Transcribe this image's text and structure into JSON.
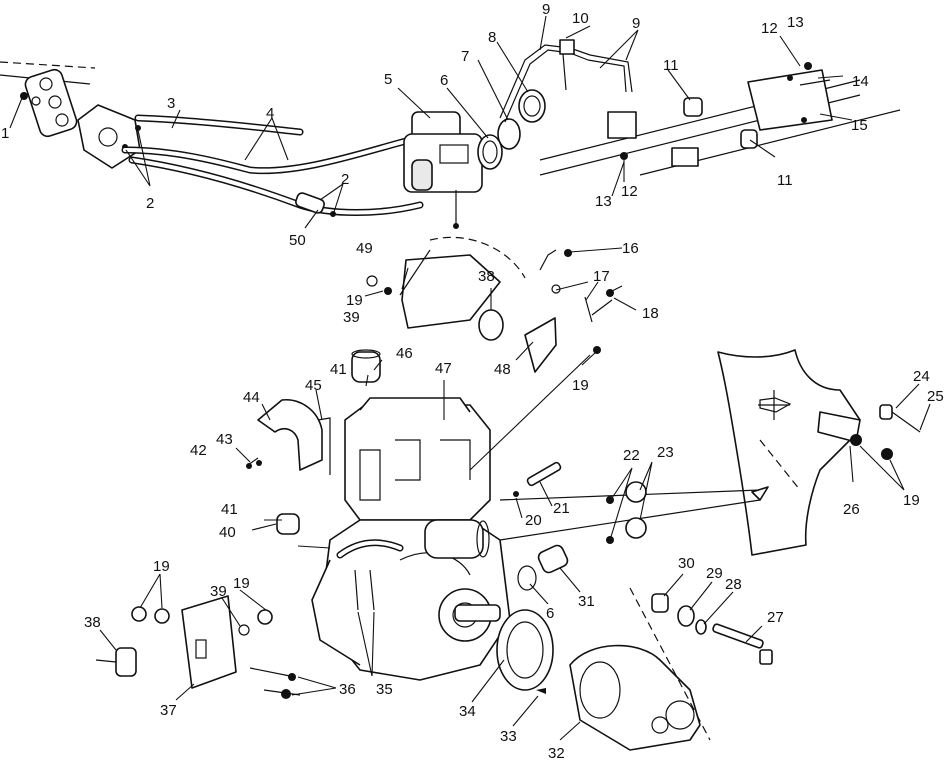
{
  "callouts": [
    {
      "id": "c1",
      "text": "1"
    },
    {
      "id": "c2a",
      "text": "2"
    },
    {
      "id": "c2b",
      "text": "2"
    },
    {
      "id": "c3",
      "text": "3"
    },
    {
      "id": "c4",
      "text": "4"
    },
    {
      "id": "c5",
      "text": "5"
    },
    {
      "id": "c6a",
      "text": "6"
    },
    {
      "id": "c7",
      "text": "7"
    },
    {
      "id": "c8",
      "text": "8"
    },
    {
      "id": "c9a",
      "text": "9"
    },
    {
      "id": "c9b",
      "text": "9"
    },
    {
      "id": "c10",
      "text": "10"
    },
    {
      "id": "c11a",
      "text": "11"
    },
    {
      "id": "c11b",
      "text": "11"
    },
    {
      "id": "c12a",
      "text": "12"
    },
    {
      "id": "c12b",
      "text": "12"
    },
    {
      "id": "c13a",
      "text": "13"
    },
    {
      "id": "c13b",
      "text": "13"
    },
    {
      "id": "c14",
      "text": "14"
    },
    {
      "id": "c15",
      "text": "15"
    },
    {
      "id": "c16",
      "text": "16"
    },
    {
      "id": "c17",
      "text": "17"
    },
    {
      "id": "c18",
      "text": "18"
    },
    {
      "id": "c19a",
      "text": "19"
    },
    {
      "id": "c19b",
      "text": "19"
    },
    {
      "id": "c19c",
      "text": "19"
    },
    {
      "id": "c19d",
      "text": "19"
    },
    {
      "id": "c19e",
      "text": "19"
    },
    {
      "id": "c20",
      "text": "20"
    },
    {
      "id": "c21",
      "text": "21"
    },
    {
      "id": "c22",
      "text": "22"
    },
    {
      "id": "c23",
      "text": "23"
    },
    {
      "id": "c24",
      "text": "24"
    },
    {
      "id": "c25",
      "text": "25"
    },
    {
      "id": "c26",
      "text": "26"
    },
    {
      "id": "c27",
      "text": "27"
    },
    {
      "id": "c28",
      "text": "28"
    },
    {
      "id": "c29",
      "text": "29"
    },
    {
      "id": "c30",
      "text": "30"
    },
    {
      "id": "c31",
      "text": "31"
    },
    {
      "id": "c6b",
      "text": "6"
    },
    {
      "id": "c32",
      "text": "32"
    },
    {
      "id": "c33",
      "text": "33"
    },
    {
      "id": "c34",
      "text": "34"
    },
    {
      "id": "c35",
      "text": "35"
    },
    {
      "id": "c36",
      "text": "36"
    },
    {
      "id": "c37",
      "text": "37"
    },
    {
      "id": "c38a",
      "text": "38"
    },
    {
      "id": "c38b",
      "text": "38"
    },
    {
      "id": "c39a",
      "text": "39"
    },
    {
      "id": "c39b",
      "text": "39"
    },
    {
      "id": "c40",
      "text": "40"
    },
    {
      "id": "c41a",
      "text": "41"
    },
    {
      "id": "c41b",
      "text": "41"
    },
    {
      "id": "c42",
      "text": "42"
    },
    {
      "id": "c43",
      "text": "43"
    },
    {
      "id": "c44",
      "text": "44"
    },
    {
      "id": "c45",
      "text": "45"
    },
    {
      "id": "c46",
      "text": "46"
    },
    {
      "id": "c47",
      "text": "47"
    },
    {
      "id": "c48",
      "text": "48"
    },
    {
      "id": "c49",
      "text": "49"
    },
    {
      "id": "c50",
      "text": "50"
    }
  ]
}
